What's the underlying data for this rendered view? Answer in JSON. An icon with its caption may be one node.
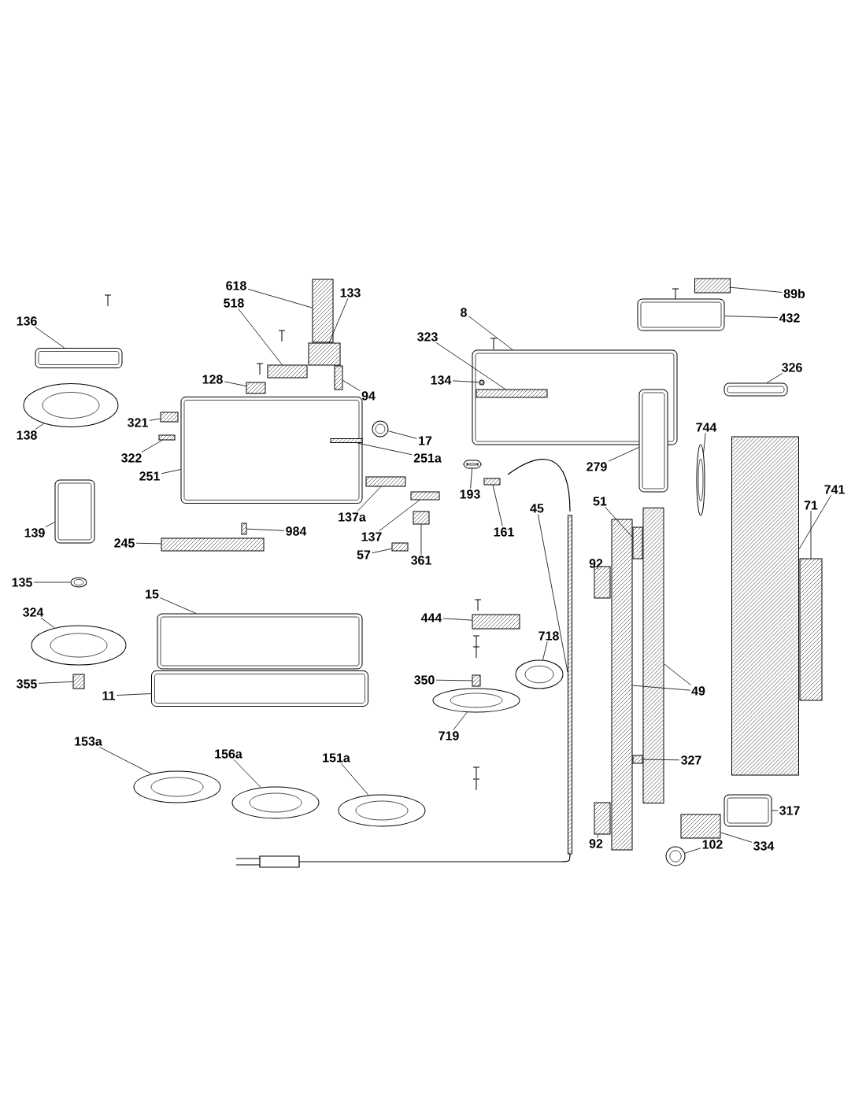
{
  "diagram": {
    "nodes": [
      {
        "text": [
          "618"
        ]
      },
      {
        "text": [],
        "shape": "box"
      },
      {
        "text": [
          "518"
        ]
      },
      {
        "text": [],
        "shape": "box"
      },
      {
        "text": [
          "133"
        ]
      },
      {
        "text": [],
        "shape": "box"
      },
      {
        "text": [
          "136"
        ]
      },
      {
        "text": [],
        "shape": "picture"
      },
      {
        "text": [
          "128"
        ]
      },
      {
        "text": [],
        "shape": "box"
      },
      {
        "text": [
          "94"
        ]
      },
      {
        "text": [],
        "shape": "box"
      },
      {
        "text": [
          "138"
        ]
      },
      {
        "text": [],
        "shape": "picture"
      },
      {
        "text": [
          "321"
        ]
      },
      {
        "text": [],
        "shape": "box"
      },
      {
        "text": [
          "322"
        ]
      },
      {
        "text": [],
        "shape": "box"
      },
      {
        "text": [
          "17"
        ]
      },
      {
        "text": [],
        "shape": "picture"
      },
      {
        "text": [
          "251"
        ]
      },
      {
        "text": [],
        "shape": "picture"
      },
      {
        "text": [
          "251a"
        ]
      },
      {
        "text": [],
        "shape": "box",
        "in": 21
      },
      {
        "text": [
          "137a"
        ]
      },
      {
        "text": [],
        "shape": "box"
      },
      {
        "text": [
          "137"
        ]
      },
      {
        "text": [],
        "shape": "box"
      },
      {
        "text": [
          "139"
        ]
      },
      {
        "text": [],
        "shape": "picture"
      },
      {
        "text": [
          "984"
        ]
      },
      {
        "text": [],
        "shape": "box"
      },
      {
        "text": [
          "245"
        ]
      },
      {
        "text": [],
        "shape": "box"
      },
      {
        "text": [
          "57"
        ]
      },
      {
        "text": [],
        "shape": "box"
      },
      {
        "text": [
          "361"
        ]
      },
      {
        "text": [],
        "shape": "box"
      },
      {
        "text": [
          "193"
        ]
      },
      {
        "text": [],
        "shape": "picture"
      },
      {
        "text": [
          "161"
        ]
      },
      {
        "text": [],
        "shape": "box"
      },
      {
        "text": [
          "45"
        ]
      },
      {
        "text": [],
        "shape": "box"
      },
      {
        "text": [
          "135"
        ]
      },
      {
        "text": [],
        "shape": "picture"
      },
      {
        "text": [
          "324"
        ]
      },
      {
        "text": [],
        "shape": "picture"
      },
      {
        "text": [
          "355"
        ]
      },
      {
        "text": [],
        "shape": "box"
      },
      {
        "text": [
          "15"
        ]
      },
      {
        "text": [],
        "shape": "picture"
      },
      {
        "text": [
          "11"
        ]
      },
      {
        "text": [],
        "shape": "picture"
      },
      {
        "text": [
          "153a"
        ]
      },
      {
        "text": [],
        "shape": "picture"
      },
      {
        "text": [
          "156a"
        ]
      },
      {
        "text": [],
        "shape": "picture"
      },
      {
        "text": [
          "151a"
        ]
      },
      {
        "text": [],
        "shape": "picture"
      },
      {
        "text": [
          "8"
        ]
      },
      {
        "text": [],
        "shape": "picture"
      },
      {
        "text": [
          "323"
        ]
      },
      {
        "text": [],
        "shape": "box",
        "in": 61
      },
      {
        "text": [
          "134"
        ]
      },
      {
        "text": [],
        "shape": "picture",
        "in": 61
      },
      {
        "text": [
          "89b"
        ]
      },
      {
        "text": [],
        "shape": "box"
      },
      {
        "text": [
          "432"
        ]
      },
      {
        "text": [],
        "shape": "picture"
      },
      {
        "text": [
          "326"
        ]
      },
      {
        "text": [],
        "shape": "picture"
      },
      {
        "text": [
          "279"
        ]
      },
      {
        "text": [],
        "shape": "picture"
      },
      {
        "text": [
          "744"
        ]
      },
      {
        "text": [],
        "shape": "picture"
      },
      {
        "text": [
          "51"
        ]
      },
      {
        "text": [],
        "shape": "box"
      },
      {
        "text": [
          "741"
        ]
      },
      {
        "text": [],
        "shape": "box"
      },
      {
        "text": [
          "71"
        ]
      },
      {
        "text": [],
        "shape": "box"
      },
      {
        "text": [
          "92"
        ]
      },
      {
        "text": [],
        "shape": "box"
      },
      {
        "text": [
          "444"
        ]
      },
      {
        "text": [],
        "shape": "box"
      },
      {
        "text": [
          "718"
        ]
      },
      {
        "text": [],
        "shape": "picture"
      },
      {
        "text": [
          "350"
        ]
      },
      {
        "text": [],
        "shape": "box"
      },
      {
        "text": [
          "719"
        ]
      },
      {
        "text": [],
        "shape": "picture"
      },
      {
        "text": [
          "49"
        ]
      },
      {
        "text": [],
        "shape": "box"
      },
      {
        "text": [],
        "shape": "box"
      },
      {
        "text": [
          "327"
        ]
      },
      {
        "text": [],
        "shape": "box"
      },
      {
        "text": [
          "317"
        ]
      },
      {
        "text": [],
        "shape": "picture"
      },
      {
        "text": [
          "334"
        ]
      },
      {
        "text": [],
        "shape": "box"
      },
      {
        "text": [
          "102"
        ]
      },
      {
        "text": [],
        "shape": "picture"
      },
      {
        "text": [
          "92"
        ]
      },
      {
        "text": [],
        "shape": "box"
      }
    ],
    "edges": [
      {
        "from": 0,
        "to": 1,
        "arrow": "none"
      },
      {
        "from": 2,
        "to": 3,
        "arrow": "none"
      },
      {
        "from": 4,
        "to": 5,
        "arrow": "none"
      },
      {
        "from": 6,
        "to": 7,
        "arrow": "none"
      },
      {
        "from": 8,
        "to": 9,
        "arrow": "none"
      },
      {
        "from": 10,
        "to": 11,
        "arrow": "none"
      },
      {
        "from": 12,
        "to": 13,
        "arrow": "none"
      },
      {
        "from": 14,
        "to": 15,
        "arrow": "none"
      },
      {
        "from": 16,
        "to": 17,
        "arrow": "none"
      },
      {
        "from": 18,
        "to": 19,
        "arrow": "none"
      },
      {
        "from": 20,
        "to": 21,
        "arrow": "none"
      },
      {
        "from": 22,
        "to": 23,
        "arrow": "none"
      },
      {
        "from": 24,
        "to": 25,
        "arrow": "none"
      },
      {
        "from": 26,
        "to": 27,
        "arrow": "none"
      },
      {
        "from": 28,
        "to": 29,
        "arrow": "none"
      },
      {
        "from": 30,
        "to": 31,
        "arrow": "none"
      },
      {
        "from": 32,
        "to": 33,
        "arrow": "none"
      },
      {
        "from": 34,
        "to": 35,
        "arrow": "none"
      },
      {
        "from": 36,
        "to": 37,
        "arrow": "none"
      },
      {
        "from": 38,
        "to": 39,
        "arrow": "none"
      },
      {
        "from": 40,
        "to": 41,
        "arrow": "none"
      },
      {
        "from": 42,
        "to": 43,
        "arrow": "none"
      },
      {
        "from": 44,
        "to": 45,
        "arrow": "none"
      },
      {
        "from": 46,
        "to": 47,
        "arrow": "none"
      },
      {
        "from": 48,
        "to": 49,
        "arrow": "none"
      },
      {
        "from": 50,
        "to": 51,
        "arrow": "none"
      },
      {
        "from": 52,
        "to": 53,
        "arrow": "none"
      },
      {
        "from": 54,
        "to": 55,
        "arrow": "none"
      },
      {
        "from": 56,
        "to": 57,
        "arrow": "none"
      },
      {
        "from": 58,
        "to": 59,
        "arrow": "none"
      },
      {
        "from": 60,
        "to": 61,
        "arrow": "none"
      },
      {
        "from": 62,
        "to": 63,
        "arrow": "none"
      },
      {
        "from": 64,
        "to": 65,
        "arrow": "none"
      },
      {
        "from": 66,
        "to": 67,
        "arrow": "none"
      },
      {
        "from": 68,
        "to": 69,
        "arrow": "none"
      },
      {
        "from": 70,
        "to": 71,
        "arrow": "none"
      },
      {
        "from": 72,
        "to": 73,
        "arrow": "none"
      },
      {
        "from": 74,
        "to": 75,
        "arrow": "none"
      },
      {
        "from": 76,
        "to": 77,
        "arrow": "none"
      },
      {
        "from": 78,
        "to": 79,
        "arrow": "none"
      },
      {
        "from": 80,
        "to": 81,
        "arrow": "none"
      },
      {
        "from": 82,
        "to": 83,
        "arrow": "none"
      },
      {
        "from": 84,
        "to": 85,
        "arrow": "none"
      },
      {
        "from": 86,
        "to": 87,
        "arrow": "none"
      },
      {
        "from": 88,
        "to": 89,
        "arrow": "none"
      },
      {
        "from": 90,
        "to": 91,
        "arrow": "none"
      },
      {
        "from": 92,
        "to": 93,
        "arrow": "none"
      },
      {
        "from": 92,
        "to": 94,
        "arrow": "none"
      },
      {
        "from": 95,
        "to": 96,
        "arrow": "none"
      },
      {
        "from": 97,
        "to": 98,
        "arrow": "none"
      },
      {
        "from": 99,
        "to": 100,
        "arrow": "none"
      },
      {
        "from": 101,
        "to": 102,
        "arrow": "none"
      },
      {
        "from": 103,
        "to": 104,
        "arrow": "none"
      }
    ]
  }
}
